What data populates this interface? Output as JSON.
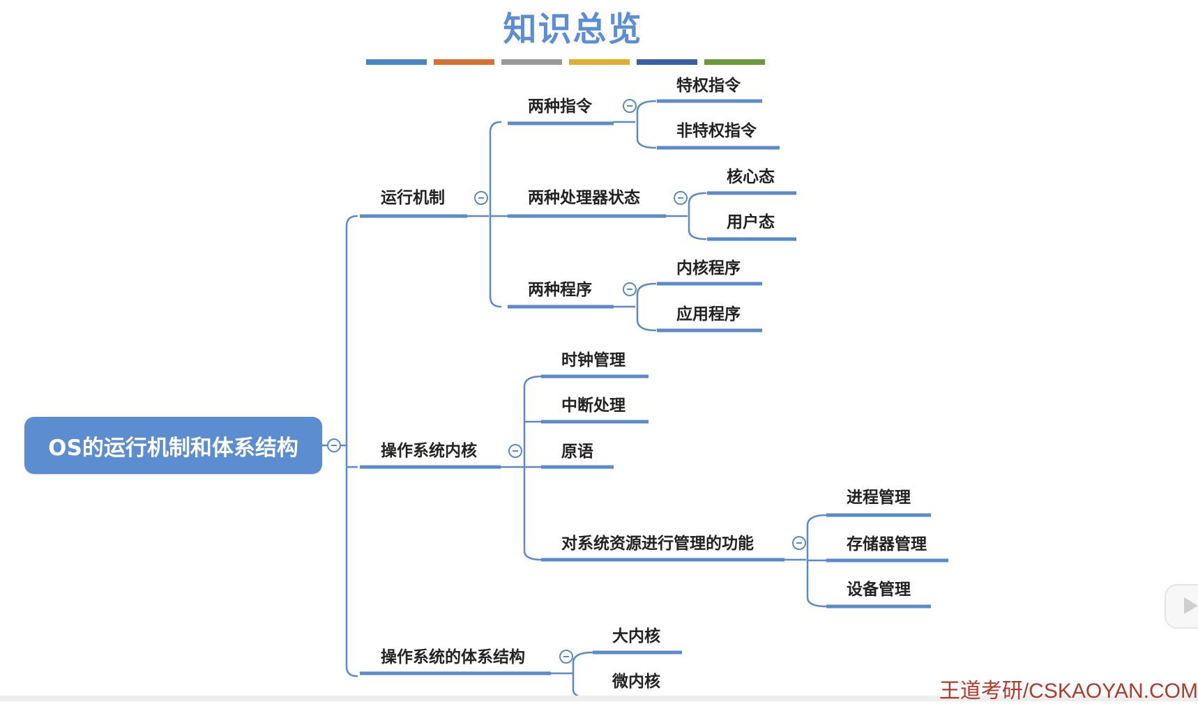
{
  "title": "知识总览",
  "color_bars": [
    "#4a86c5",
    "#d86f34",
    "#9a9a9a",
    "#e4ac2f",
    "#3a5fa8",
    "#6a9a3c"
  ],
  "root": "OS的运行机制和体系结构",
  "branches": {
    "mechanism": {
      "label": "运行机制",
      "two_instructions": {
        "label": "两种指令",
        "children": [
          "特权指令",
          "非特权指令"
        ]
      },
      "two_states": {
        "label": "两种处理器状态",
        "children": [
          "核心态",
          "用户态"
        ]
      },
      "two_programs": {
        "label": "两种程序",
        "children": [
          "内核程序",
          "应用程序"
        ]
      }
    },
    "kernel": {
      "label": "操作系统内核",
      "clock": "时钟管理",
      "interrupt": "中断处理",
      "primitive": "原语",
      "resource": {
        "label": "对系统资源进行管理的功能",
        "children": [
          "进程管理",
          "存储器管理",
          "设备管理"
        ]
      }
    },
    "architecture": {
      "label": "操作系统的体系结构",
      "children": [
        "大内核",
        "微内核"
      ]
    }
  },
  "line_color": "#5a8bc8",
  "footer": "王道考研/CSKAOYAN.COM"
}
